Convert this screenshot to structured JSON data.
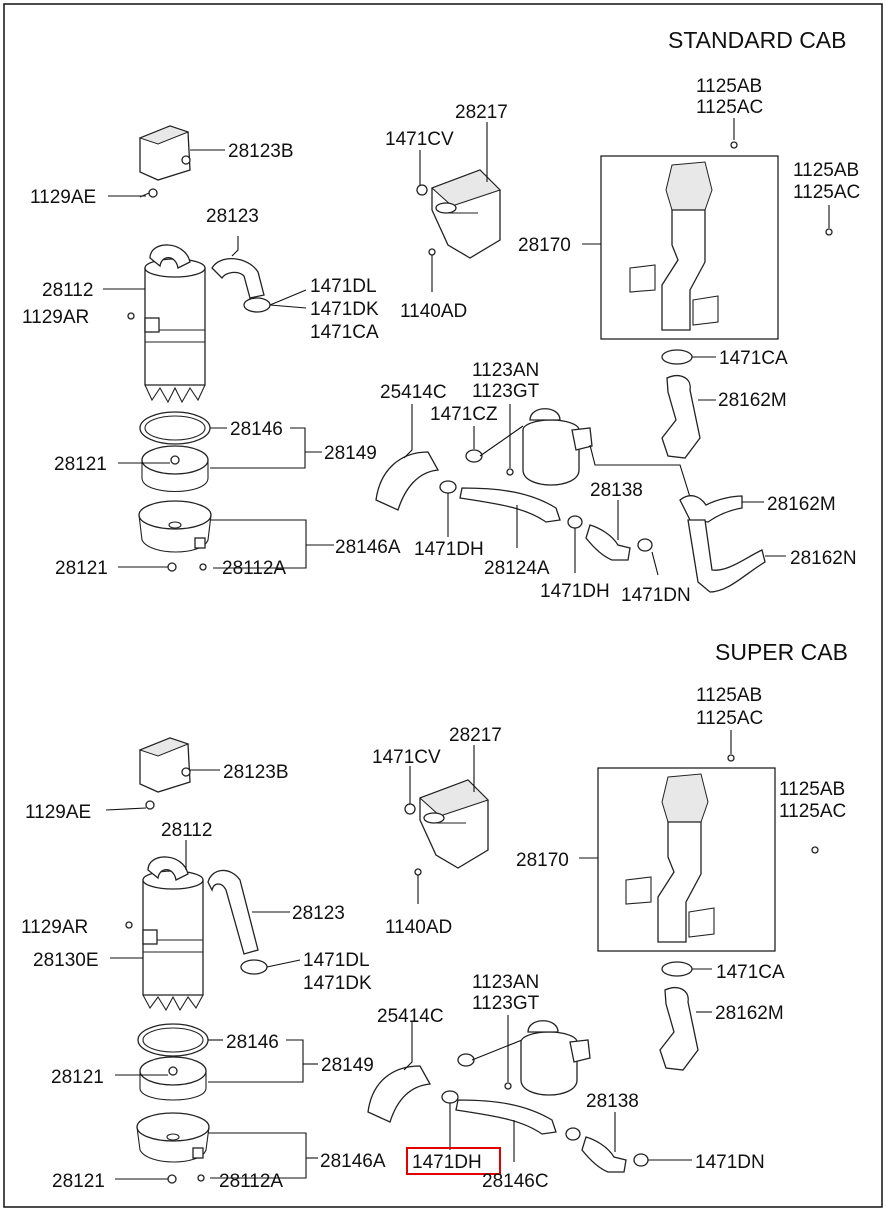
{
  "sections": {
    "standard": {
      "title": "STANDARD CAB"
    },
    "super": {
      "title": "SUPER CAB"
    }
  },
  "highlight": {
    "color": "#e00000",
    "part": "1471DH"
  },
  "labels": {
    "std": {
      "p28123B": "28123B",
      "p1129AE": "1129AE",
      "p28123": "28123",
      "p28112": "28112",
      "p1129AR": "1129AR",
      "p1471DL": "1471DL",
      "p1471DK": "1471DK",
      "p1471CA_a": "1471CA",
      "p1471CV": "1471CV",
      "p28217": "28217",
      "p1140AD": "1140AD",
      "p1125AB_a": "1125AB",
      "p1125AC_a": "1125AC",
      "p1125AB_b": "1125AB",
      "p1125AC_b": "1125AC",
      "p28170": "28170",
      "p1471CA_b": "1471CA",
      "p28162M_a": "28162M",
      "p25414C": "25414C",
      "p1123AN": "1123AN",
      "p1123GT": "1123GT",
      "p1471CZ": "1471CZ",
      "p28146": "28146",
      "p28149": "28149",
      "p28121_a": "28121",
      "p28138": "28138",
      "p28162M_b": "28162M",
      "p28146A": "28146A",
      "p1471DH_a": "1471DH",
      "p28124A": "28124A",
      "p28121_b": "28121",
      "p28112A": "28112A",
      "p1471DH_b": "1471DH",
      "p1471DN": "1471DN",
      "p28162N": "28162N"
    },
    "sup": {
      "p1125AB_a": "1125AB",
      "p1125AC_a": "1125AC",
      "p28217": "28217",
      "p1471CV": "1471CV",
      "p28123B": "28123B",
      "p1125AB_b": "1125AB",
      "p1125AC_b": "1125AC",
      "p1129AE": "1129AE",
      "p28112": "28112",
      "p28170": "28170",
      "p28123": "28123",
      "p1129AR": "1129AR",
      "p1140AD": "1140AD",
      "p28130E": "28130E",
      "p1471DL": "1471DL",
      "p1471DK": "1471DK",
      "p1471CA": "1471CA",
      "p1123AN": "1123AN",
      "p1123GT": "1123GT",
      "p25414C": "25414C",
      "p28162M": "28162M",
      "p28146": "28146",
      "p28149": "28149",
      "p28121_a": "28121",
      "p28138": "28138",
      "p28146A": "28146A",
      "p1471DH": "1471DH",
      "p1471DN": "1471DN",
      "p28121_b": "28121",
      "p28112A": "28112A",
      "p28146C": "28146C"
    }
  }
}
